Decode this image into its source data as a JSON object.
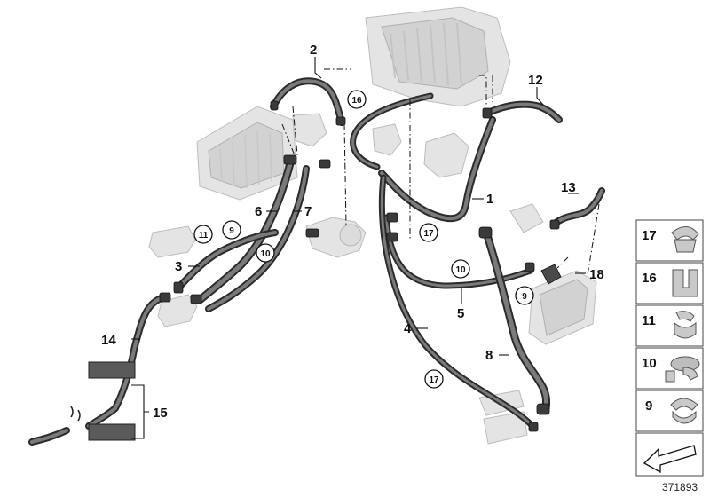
{
  "callouts": [
    {
      "id": "c1",
      "text": "1"
    },
    {
      "id": "c2",
      "text": "2"
    },
    {
      "id": "c3",
      "text": "3"
    },
    {
      "id": "c4",
      "text": "4"
    },
    {
      "id": "c5",
      "text": "5"
    },
    {
      "id": "c6",
      "text": "6"
    },
    {
      "id": "c7",
      "text": "7"
    },
    {
      "id": "c8",
      "text": "8"
    },
    {
      "id": "c12",
      "text": "12"
    },
    {
      "id": "c13",
      "text": "13"
    },
    {
      "id": "c14",
      "text": "14"
    },
    {
      "id": "c15",
      "text": "15"
    },
    {
      "id": "c18",
      "text": "18"
    }
  ],
  "circled_callouts": [
    {
      "id": "k16",
      "text": "16"
    },
    {
      "id": "k17a",
      "text": "17"
    },
    {
      "id": "k11",
      "text": "11"
    },
    {
      "id": "k9a",
      "text": "9"
    },
    {
      "id": "k10a",
      "text": "10"
    },
    {
      "id": "k10b",
      "text": "10"
    },
    {
      "id": "k9b",
      "text": "9"
    },
    {
      "id": "k17b",
      "text": "17"
    }
  ],
  "legend": [
    {
      "number": "17"
    },
    {
      "number": "16"
    },
    {
      "number": "11"
    },
    {
      "number": "10"
    },
    {
      "number": "9"
    }
  ],
  "document_number": "371893"
}
